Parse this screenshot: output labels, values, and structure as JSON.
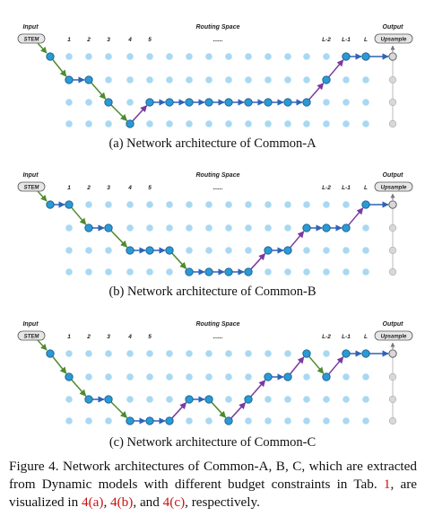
{
  "labels": {
    "input": "Input",
    "stem": "STEM",
    "routing": "Routing Space",
    "dots": "......",
    "output": "Output",
    "upsample": "Upsample",
    "cols": [
      "1",
      "2",
      "3",
      "4",
      "5",
      "L-2",
      "L-1",
      "L"
    ]
  },
  "panels": [
    {
      "id": "a",
      "caption": "(a) Network architecture of Common-A",
      "path": [
        [
          0,
          0
        ],
        [
          1,
          1
        ],
        [
          2,
          1
        ],
        [
          3,
          2
        ],
        [
          4,
          3
        ],
        [
          5,
          2
        ],
        [
          6,
          2
        ],
        [
          7,
          2
        ],
        [
          8,
          2
        ],
        [
          9,
          2
        ],
        [
          10,
          2
        ],
        [
          11,
          2
        ],
        [
          12,
          2
        ],
        [
          13,
          2
        ],
        [
          14,
          1
        ],
        [
          15,
          0
        ],
        [
          16,
          0
        ],
        [
          17,
          0
        ]
      ]
    },
    {
      "id": "b",
      "caption": "(b) Network architecture of Common-B",
      "path": [
        [
          0,
          0
        ],
        [
          1,
          0
        ],
        [
          2,
          1
        ],
        [
          3,
          1
        ],
        [
          4,
          2
        ],
        [
          5,
          2
        ],
        [
          6,
          2
        ],
        [
          7,
          3
        ],
        [
          8,
          3
        ],
        [
          9,
          3
        ],
        [
          10,
          3
        ],
        [
          11,
          2
        ],
        [
          12,
          2
        ],
        [
          13,
          1
        ],
        [
          14,
          1
        ],
        [
          15,
          1
        ],
        [
          16,
          0
        ],
        [
          17,
          0
        ]
      ]
    },
    {
      "id": "c",
      "caption": "(c) Network architecture of Common-C",
      "path": [
        [
          0,
          0
        ],
        [
          1,
          1
        ],
        [
          2,
          2
        ],
        [
          3,
          2
        ],
        [
          4,
          3
        ],
        [
          5,
          3
        ],
        [
          6,
          3
        ],
        [
          7,
          2
        ],
        [
          8,
          2
        ],
        [
          9,
          3
        ],
        [
          10,
          2
        ],
        [
          11,
          1
        ],
        [
          12,
          1
        ],
        [
          13,
          0
        ],
        [
          14,
          1
        ],
        [
          15,
          0
        ],
        [
          16,
          0
        ],
        [
          17,
          0
        ]
      ]
    }
  ],
  "figure_caption": {
    "prefix": "Figure 4. Network architectures of Common-A, B, C, which are extracted from Dynamic models with different budget constraints in Tab. ",
    "tab_ref": "1",
    "mid": ", are visualized in ",
    "ref_a": "4(a)",
    "sep1": ", ",
    "ref_b": "4(b)",
    "sep2": ", and ",
    "ref_c": "4(c)",
    "suffix": ", respectively."
  },
  "colors": {
    "node_active": "#2a9ad6",
    "node_inactive": "#a9d8f2",
    "node_output": "#d8d8d8",
    "edge_down": "#4e8a2e",
    "edge_same": "#2f63b8",
    "edge_up": "#7a3aa0"
  }
}
